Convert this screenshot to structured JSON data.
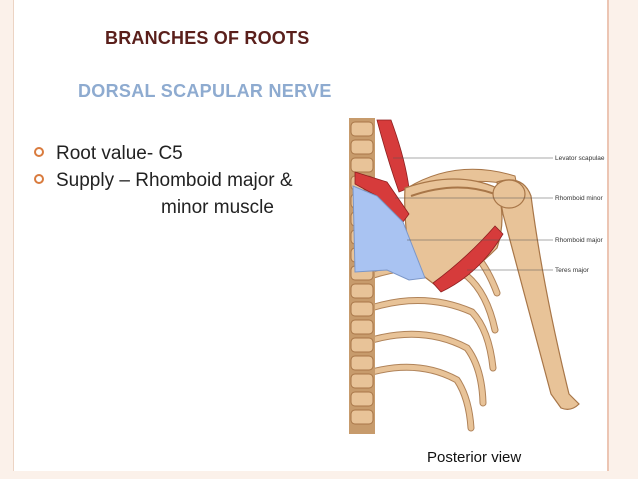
{
  "slide": {
    "title": "BRANCHES OF ROOTS",
    "subtitle": "DORSAL SCAPULAR NERVE",
    "bullets": [
      {
        "text": "Root value- C5"
      },
      {
        "text": "Supply – Rhomboid major &",
        "continuation": "minor muscle"
      }
    ],
    "caption": "Posterior view"
  },
  "figure": {
    "labels": {
      "levator": "Levator scapulae",
      "rhomboid_minor": "Rhomboid minor",
      "rhomboid_major": "Rhomboid major",
      "teres_major": "Teres major"
    },
    "colors": {
      "bone": "#e8c398",
      "bone_shadow": "#a87648",
      "muscle": "#d63b3b",
      "highlight": "#a9c3f2"
    }
  },
  "icons": {
    "bullet": "circle-bullet-icon"
  }
}
